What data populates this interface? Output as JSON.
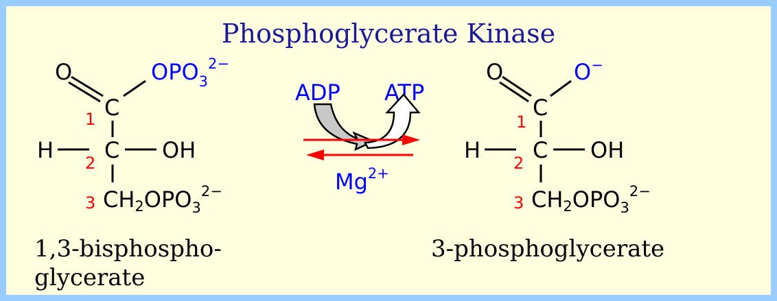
{
  "title": "Phosphoglycerate Kinase",
  "colors": {
    "border": "#99ccff",
    "background": "#ffffe0",
    "title": "#1a1a99",
    "cofactor": "#0000ff",
    "carbon_number": "#ff0000",
    "reaction_arrow": "#ff0000",
    "adp_arrow": "#c8c8c8"
  },
  "substrate": {
    "carbonyl_o": "O",
    "c1_group": "OPO",
    "c1_group_sub": "3",
    "c1_group_sup": "2−",
    "c1": "C",
    "c1_num": "1",
    "h": "H",
    "c2": "C",
    "c2_num": "2",
    "oh": "OH",
    "c3_num": "3",
    "c3_group_a": "CH",
    "c3_group_sub1": "2",
    "c3_group_b": "OPO",
    "c3_group_sub2": "3",
    "c3_group_sup": "2−",
    "name_line1": "1,3-bisphospho-",
    "name_line2": "glycerate"
  },
  "product": {
    "carbonyl_o": "O",
    "c1_group": "O",
    "c1_group_sup": "−",
    "c1": "C",
    "c1_num": "1",
    "h": "H",
    "c2": "C",
    "c2_num": "2",
    "oh": "OH",
    "c3_num": "3",
    "c3_group_a": "CH",
    "c3_group_sub1": "2",
    "c3_group_b": "OPO",
    "c3_group_sub2": "3",
    "c3_group_sup": "2−",
    "name": "3-phosphoglycerate"
  },
  "cofactors": {
    "adp": "ADP",
    "atp": "ATP",
    "mg": "Mg",
    "mg_sup": "2+"
  },
  "icons": [
    "adp-curved-arrow-icon",
    "atp-curved-arrow-icon",
    "forward-reaction-arrow-icon",
    "reverse-reaction-arrow-icon"
  ]
}
